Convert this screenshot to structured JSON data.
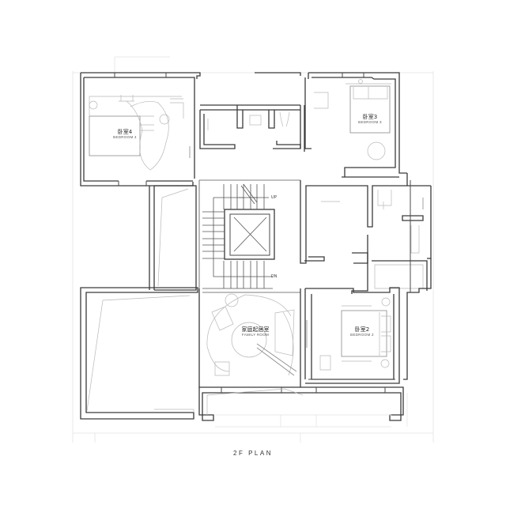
{
  "drawing": {
    "title": "2F PLAN",
    "line_color": "#3a3a3a",
    "furniture_color": "#b8b8b8",
    "background": "#ffffff"
  },
  "rooms": [
    {
      "id": "bedroom4",
      "label_cn": "卧室4",
      "label_en": "BEDROOM 4"
    },
    {
      "id": "bedroom3",
      "label_cn": "卧室3",
      "label_en": "BEDROOM 3"
    },
    {
      "id": "family_room",
      "label_cn": "家庭起居室",
      "label_en": "FAMILY ROOM"
    },
    {
      "id": "bedroom2",
      "label_cn": "卧室2",
      "label_en": "BEDROOM 2"
    }
  ],
  "stair": {
    "up_label": "UP",
    "down_label": "DN"
  }
}
